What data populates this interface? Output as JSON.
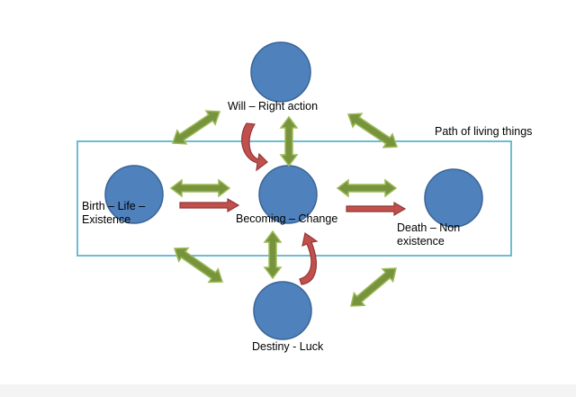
{
  "labels": {
    "will": "Will – Right action",
    "path": "Path of living things",
    "birth": "Birth – Life – Existence",
    "becoming": "Becoming – Change",
    "death": "Death – Non existence",
    "destiny": "Destiny - Luck"
  },
  "colors": {
    "node_fill": "#4f81bd",
    "node_stroke": "#3a6496",
    "double_arrow_fill": "#77933c",
    "double_arrow_stroke": "#9bbb59",
    "red_arrow_fill": "#c0504d",
    "red_arrow_stroke": "#943634",
    "frame_stroke": "#4bacc6"
  }
}
